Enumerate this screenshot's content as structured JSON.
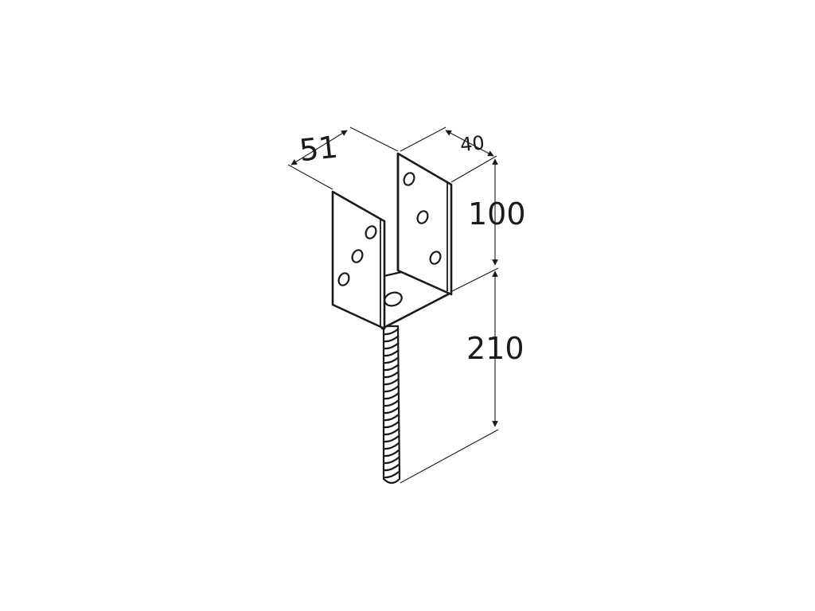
{
  "diagram": {
    "dimensions": {
      "width_a": "51",
      "width_b": "40",
      "upper_height": "100",
      "lower_height": "210"
    },
    "colors": {
      "ink": "#1a1a1a",
      "paper": "#ffffff"
    }
  }
}
